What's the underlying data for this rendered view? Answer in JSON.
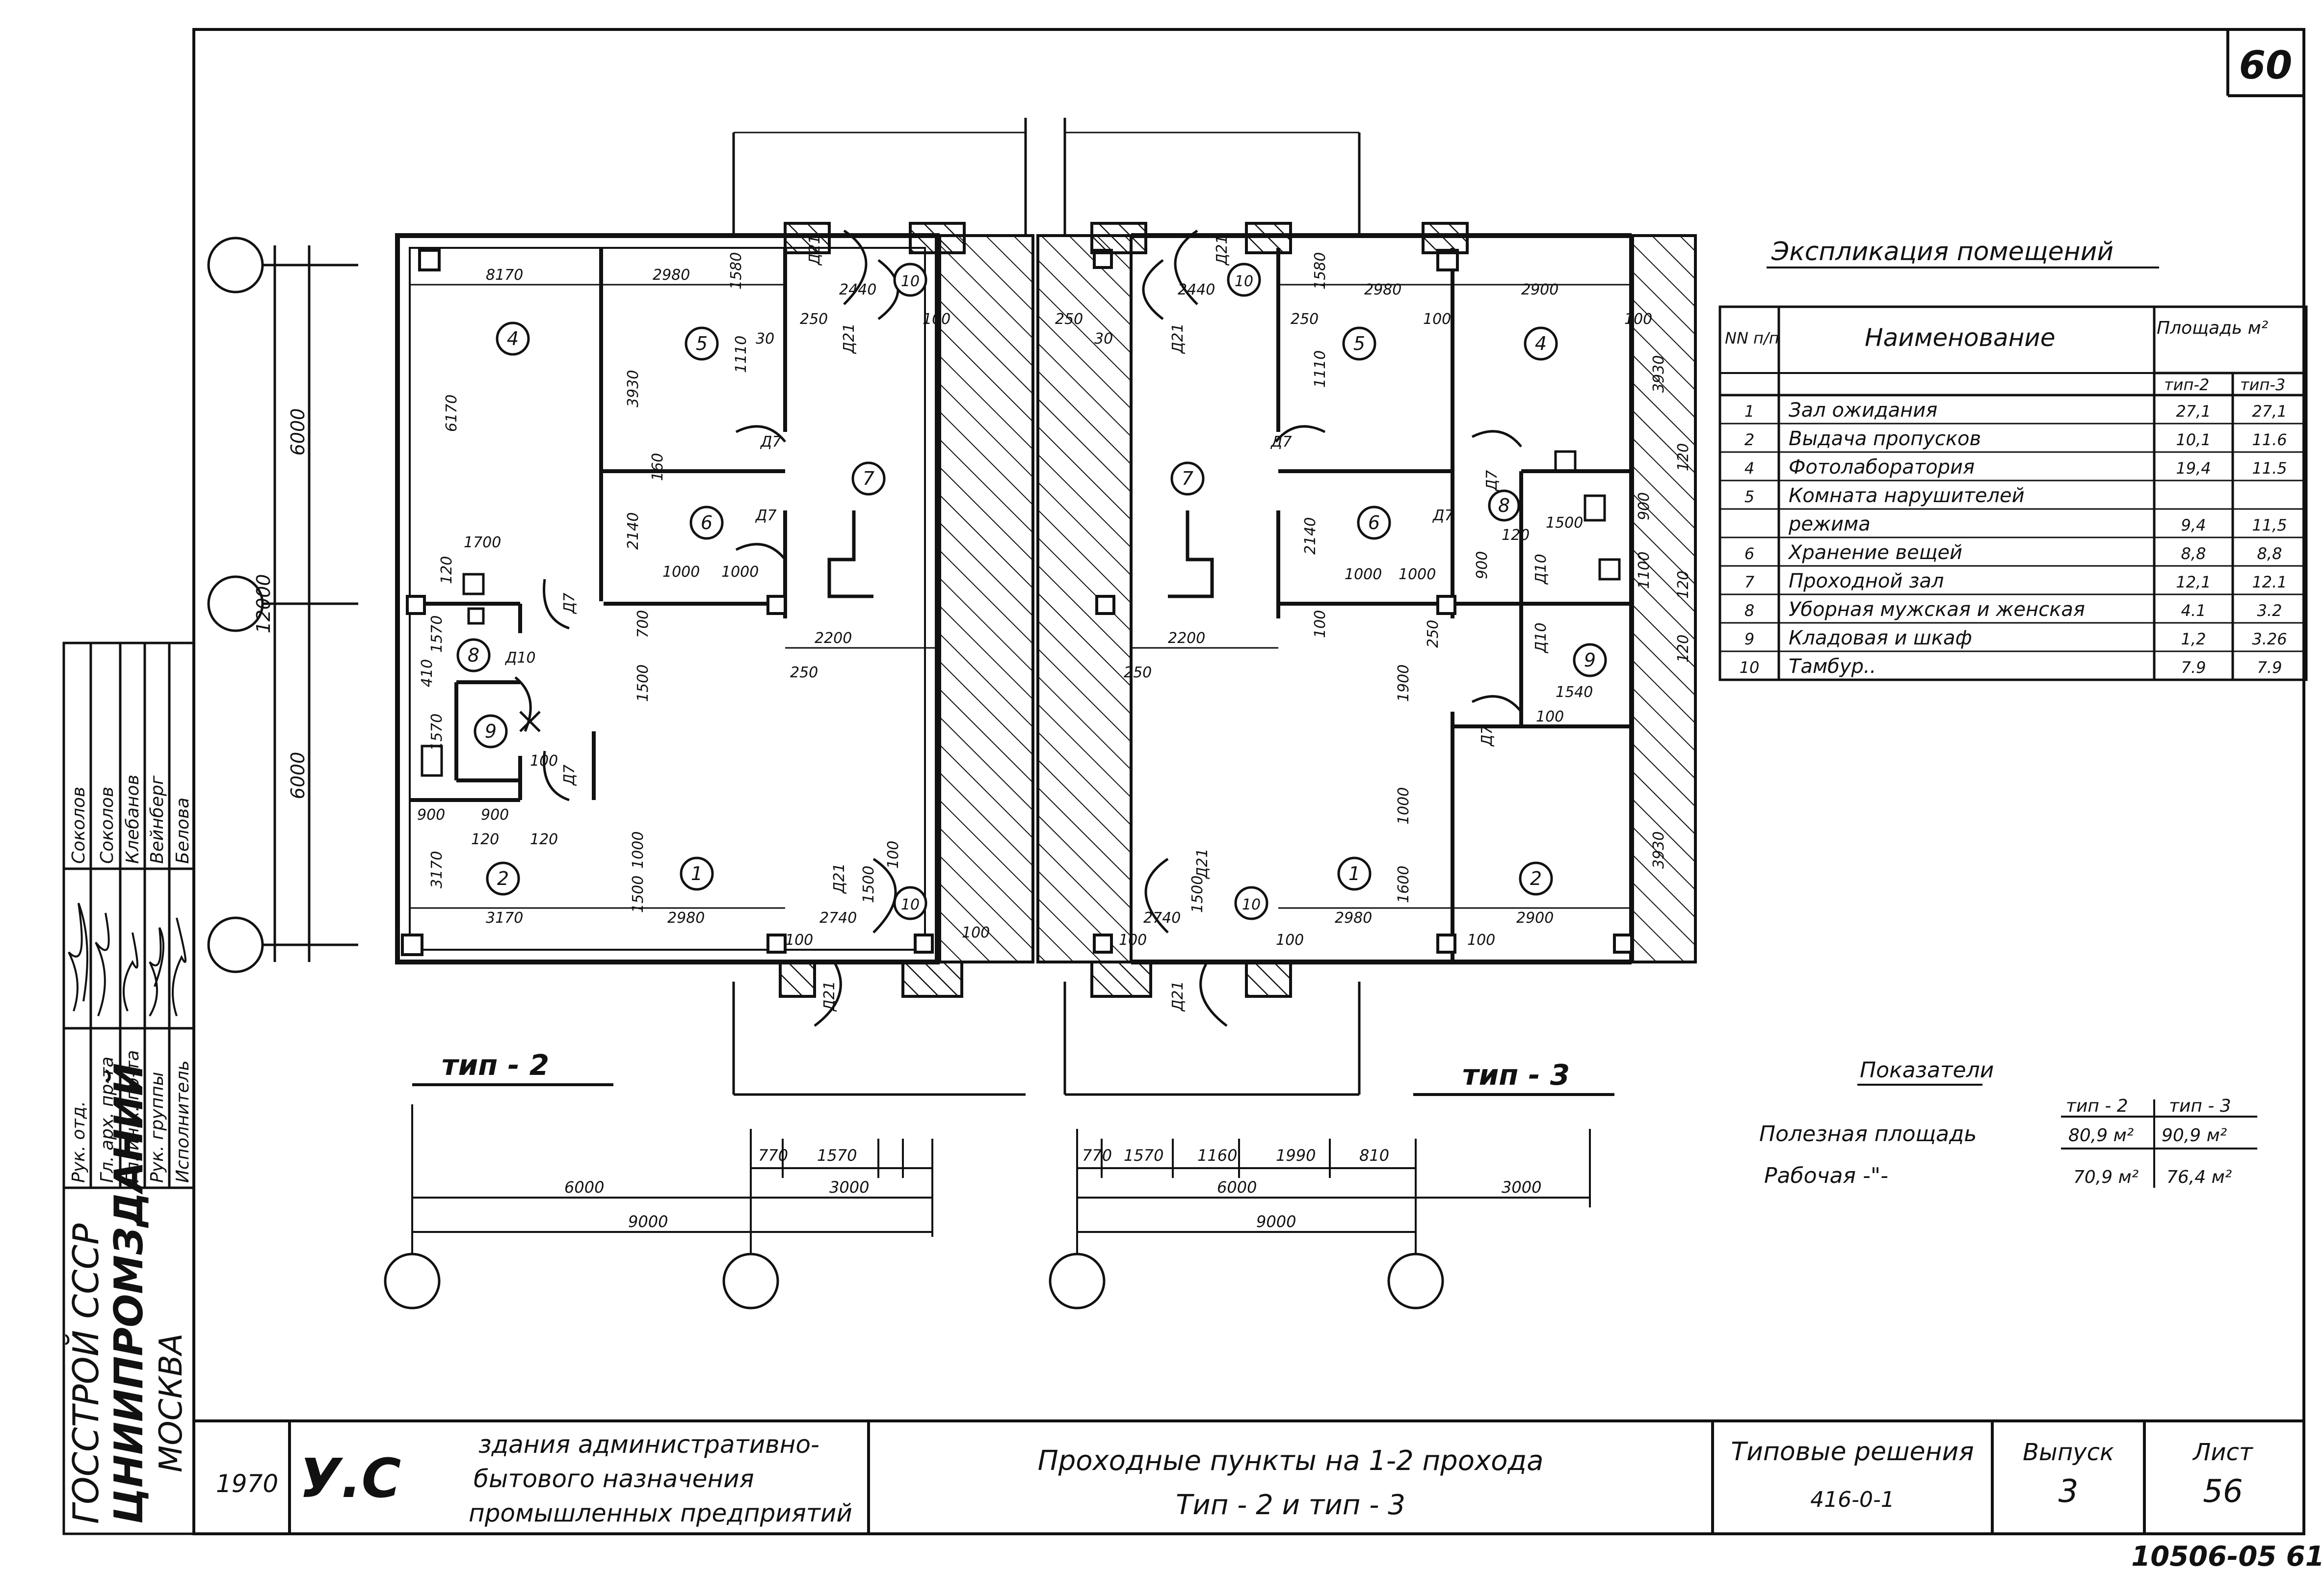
{
  "sheet_number": "60",
  "archive_number": "10506-05  61",
  "plans": [
    {
      "label": "тип - 2",
      "rooms": [
        {
          "num": "1"
        },
        {
          "num": "2"
        },
        {
          "num": "4"
        },
        {
          "num": "5"
        },
        {
          "num": "6"
        },
        {
          "num": "7"
        },
        {
          "num": "8"
        },
        {
          "num": "9"
        },
        {
          "num": "10"
        },
        {
          "num": "10"
        }
      ],
      "dims": [
        "8170",
        "2980",
        "1580",
        "2440",
        "250",
        "30",
        "1110",
        "3930",
        "6170",
        "1700",
        "120",
        "1000",
        "1000",
        "2140",
        "2200",
        "250",
        "1500",
        "1570",
        "1570",
        "900",
        "900",
        "120",
        "120",
        "3170",
        "3170",
        "1000",
        "1500",
        "2980",
        "2740",
        "1500",
        "100",
        "100",
        "100",
        "700",
        "160",
        "410",
        "100",
        "100"
      ],
      "door_marks": [
        "Д21",
        "Д21",
        "Д7",
        "Д7",
        "Д7",
        "Д7",
        "Д10",
        "Д21",
        "Д21"
      ],
      "bottom_dims": [
        "770",
        "1570",
        "6000",
        "3000",
        "9000"
      ]
    },
    {
      "label": "тип - 3",
      "rooms": [
        {
          "num": "1"
        },
        {
          "num": "2"
        },
        {
          "num": "4"
        },
        {
          "num": "5"
        },
        {
          "num": "6"
        },
        {
          "num": "7"
        },
        {
          "num": "8"
        },
        {
          "num": "9"
        },
        {
          "num": "10"
        },
        {
          "num": "10"
        }
      ],
      "dims": [
        "2440",
        "1580",
        "2980",
        "2900",
        "250",
        "250",
        "30",
        "100",
        "100",
        "1110",
        "2140",
        "1000",
        "1000",
        "2200",
        "250",
        "1900",
        "900",
        "120",
        "1500",
        "900",
        "1100",
        "1540",
        "100",
        "1000",
        "1600",
        "2740",
        "1500",
        "100",
        "2980",
        "2900",
        "100",
        "100",
        "3930",
        "3930",
        "120",
        "120",
        "120",
        "100",
        "250"
      ],
      "door_marks": [
        "Д21",
        "Д21",
        "Д7",
        "Д7",
        "Д7",
        "Д7",
        "Д10",
        "Д10",
        "Д21",
        "Д21"
      ],
      "bottom_dims": [
        "770",
        "1570",
        "1160",
        "1990",
        "810",
        "6000",
        "3000",
        "9000"
      ]
    }
  ],
  "left_axis_dims": [
    "6000",
    "12000",
    "6000"
  ],
  "explication": {
    "title": "Экспликация помещений",
    "headers": {
      "num": "NN п/п",
      "name": "Наименование",
      "area": "Площадь м²",
      "t2": "тип-2",
      "t3": "тип-3"
    },
    "rows": [
      {
        "n": "1",
        "name": "Зал ожидания",
        "t2": "27,1",
        "t3": "27,1"
      },
      {
        "n": "2",
        "name": "Выдача пропусков",
        "t2": "10,1",
        "t3": "11.6"
      },
      {
        "n": "4",
        "name": "Фотолаборатория",
        "t2": "19,4",
        "t3": "11.5"
      },
      {
        "n": "5",
        "name": "Комната нарушителей",
        "t2": "",
        "t3": ""
      },
      {
        "n": "",
        "name": "режима",
        "t2": "9,4",
        "t3": "11,5"
      },
      {
        "n": "6",
        "name": "Хранение вещей",
        "t2": "8,8",
        "t3": "8,8"
      },
      {
        "n": "7",
        "name": "Проходной зал",
        "t2": "12,1",
        "t3": "12.1"
      },
      {
        "n": "8",
        "name": "Уборная мужская и женская",
        "t2": "4.1",
        "t3": "3.2"
      },
      {
        "n": "9",
        "name": "Кладовая и шкаф",
        "t2": "1,2",
        "t3": "3.26"
      },
      {
        "n": "10",
        "name": "Тамбур..",
        "t2": "7.9",
        "t3": "7.9"
      }
    ]
  },
  "indicators": {
    "title": "Показатели",
    "col_t2": "тип - 2",
    "col_t3": "тип - 3",
    "rows": [
      {
        "label": "Полезная площадь",
        "t2": "80,9 м²",
        "t3": "90,9 м²"
      },
      {
        "label": "Рабочая   -\"-",
        "t2": "70,9 м²",
        "t3": "76,4 м²"
      }
    ]
  },
  "side_stamp": {
    "org_line1": "ГОССТРОЙ СССР",
    "org_line2": "ЦНИИПРОМЗДАНИЙ",
    "org_line3": "МОСКВА",
    "rows": [
      {
        "role": "Рук. отд.",
        "name": "Соколов"
      },
      {
        "role": "Гл. арх. пр-та",
        "name": "Соколов"
      },
      {
        "role": "Гл. инж. пр-та",
        "name": "Клебанов"
      },
      {
        "role": "Рук. группы",
        "name": "Вейнберг"
      },
      {
        "role": "Исполнитель",
        "name": "Белова"
      }
    ]
  },
  "title_block": {
    "year": "1970",
    "logo": "У.С",
    "subject_line1": "здания административно-",
    "subject_line2": "бытового назначения",
    "subject_line3": "промышленных предприятий",
    "title_line1": "Проходные пункты на 1-2 прохода",
    "title_line2": "Тип - 2   и   тип - 3",
    "series_label": "Типовые решения",
    "series_value": "416-0-1",
    "issue_label": "Выпуск",
    "issue_value": "3",
    "sheet_label": "Лист",
    "sheet_value": "56"
  }
}
